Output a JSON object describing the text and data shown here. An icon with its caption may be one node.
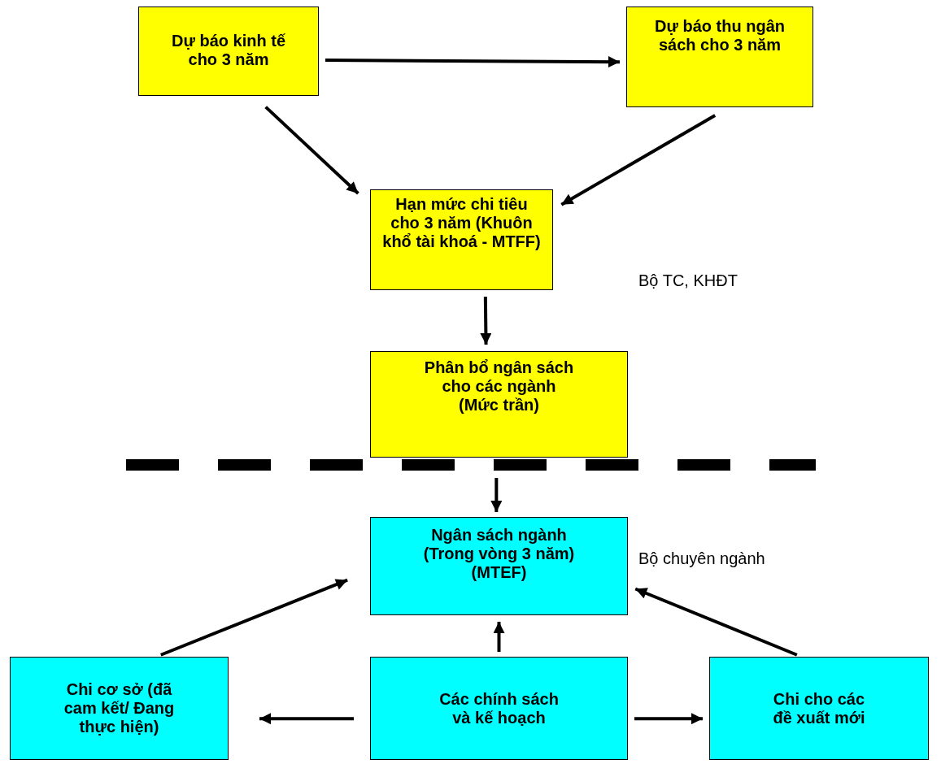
{
  "diagram": {
    "nodes": [
      {
        "text": [
          "Dự báo kinh tế cho 3 năm"
        ]
      },
      {
        "text": [
          "Dự báo thu ngân sách cho 3 năm"
        ]
      },
      {
        "text": [
          "Hạn mức chi tiêu cho 3 năm (Khuôn khổ tài khoá - MTFF)"
        ]
      },
      {
        "text": [
          "Phân bổ ngân sách cho các ngành (Mức trần)"
        ]
      },
      {
        "text": [
          "Ngân sách ngành (Trong vòng 3 năm) (MTEF)"
        ],
        "beside": [
          "Bộ chuyên ngành"
        ]
      },
      {
        "text": [
          "Chi cơ sở (đã cam kết/ Đang thực hiện)"
        ]
      },
      {
        "text": [
          "Các chính sách và kế hoạch"
        ]
      },
      {
        "text": [
          "Chi cho các đề xuất mới"
        ]
      }
    ],
    "edges": [
      {
        "from": 0,
        "to": 1,
        "arrow": "to"
      },
      {
        "from": 0,
        "to": 2,
        "arrow": "to"
      },
      {
        "from": 1,
        "to": 2,
        "arrow": "to"
      },
      {
        "from": 2,
        "to": 3,
        "arrow": "to"
      },
      {
        "from": 3,
        "to": 4,
        "arrow": "to"
      },
      {
        "from": 6,
        "to": 4,
        "arrow": "to"
      },
      {
        "from": 6,
        "to": 5,
        "arrow": "to"
      },
      {
        "from": 6,
        "to": 7,
        "arrow": "to"
      },
      {
        "from": 5,
        "to": 4,
        "arrow": "to"
      },
      {
        "from": 7,
        "to": 4,
        "arrow": "to"
      }
    ],
    "labels": [
      "Bộ TC, KHĐT"
    ]
  }
}
